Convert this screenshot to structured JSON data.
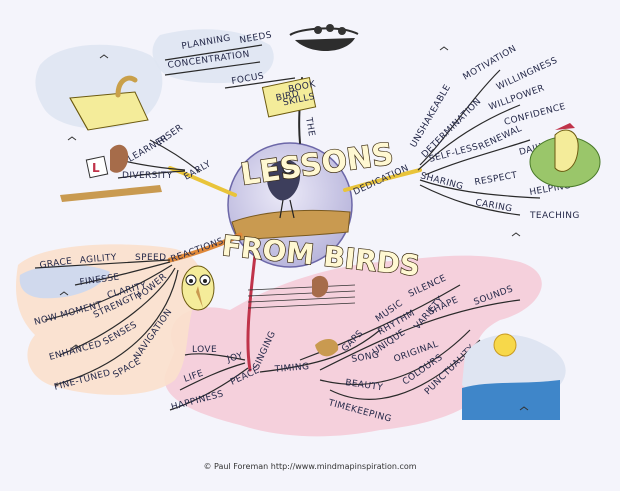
{
  "title_top": "LESSONS",
  "title_bottom": "FROM BIRDS",
  "credit": "© Paul Foreman http://www.mindmapinspiration.com",
  "branches": {
    "early": {
      "label": "EARLY",
      "items": [
        "RISER",
        "LEARNER",
        "DIVERSITY"
      ]
    },
    "the": {
      "label": "THE",
      "sub": "FOCUS",
      "focus_items": [
        "PLANNING",
        "NEEDS",
        "CONCENTRATION"
      ],
      "book_words": [
        "BIRD",
        "BOOK",
        "SKILLS"
      ]
    },
    "dedication": {
      "label": "DEDICATION",
      "items": [
        "UNSHAKEABLE",
        "MOTIVATION",
        "DETERMINATION",
        "WILLINGNESS",
        "WILLPOWER",
        "CONFIDENCE",
        "SELF-LESS",
        "RENEWAL",
        "DAILY",
        "SHARING",
        "RESPECT",
        "CARING",
        "HELPING",
        "TEACHING"
      ]
    },
    "reactions": {
      "label": "REACTIONS",
      "items": [
        "GRACE",
        "AGILITY",
        "SPEED",
        "FINESSE",
        "NOW MOMENT",
        "CLARITY",
        "STRENGTH",
        "POWER",
        "ENHANCED",
        "SENSES",
        "FINE-TUNED",
        "SPACE",
        "NAVIGATION"
      ]
    },
    "singing": {
      "label": "SINGING",
      "items": [
        "LOVE",
        "LIFE",
        "JOY",
        "HAPPINESS",
        "PEACE",
        "TIMING",
        "GAPS",
        "MUSIC",
        "SILENCE",
        "RHYTHM",
        "SONG",
        "UNIQUE",
        "VARIETY",
        "SHAPE",
        "SOUNDS",
        "ORIGINAL",
        "BEAUTY",
        "COLOURS",
        "TIMEKEEPING",
        "PUNCTUALITY"
      ]
    }
  },
  "colors": {
    "background": "#f4f4fb",
    "pink_zone": "#f4c9d6",
    "blue_zone": "#dfe5f2",
    "peach_zone": "#fbe0cc",
    "sun": "#f7d84a",
    "sea": "#3f86c9",
    "book": "#f4ec9a",
    "globe": "#d6d4ec",
    "ground": "#c99a50",
    "yellow_branch": "#e9c43a",
    "orange_branch": "#e0893a",
    "red_branch": "#c0334a"
  },
  "icons": [
    "book-icon",
    "worm-icon",
    "learner-plate-icon",
    "robin-icon",
    "nest-icon",
    "bird-book-icon",
    "woodpecker-icon",
    "music-staff-icon",
    "owl-icon",
    "sun-icon",
    "sea-icon",
    "flying-bird-icon"
  ]
}
